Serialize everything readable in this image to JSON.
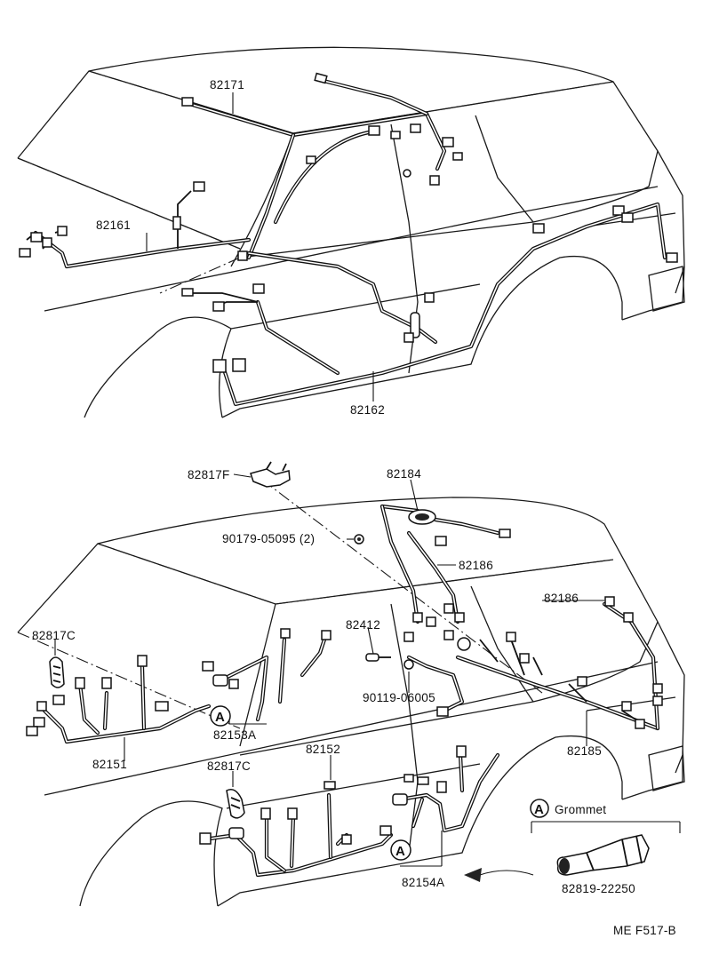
{
  "diagram_id": "ME F517-B",
  "upper": {
    "labels": {
      "p82171": "82171",
      "p82161": "82161",
      "p82162": "82162"
    }
  },
  "lower": {
    "labels": {
      "p82817F": "82817F",
      "p82184": "82184",
      "p90179": "90179-05095 (2)",
      "p82186a": "82186",
      "p82186b": "82186",
      "p82817C_top": "82817C",
      "p82412": "82412",
      "p90119": "90119-06005",
      "p82153A": "82153A",
      "p82151": "82151",
      "p82152": "82152",
      "p82817C_bot": "82817C",
      "p82185": "82185",
      "p82154A": "82154A",
      "p82819": "82819-22250"
    },
    "grommet": {
      "marker": "A",
      "title": "Grommet"
    },
    "marker_A": "A"
  }
}
